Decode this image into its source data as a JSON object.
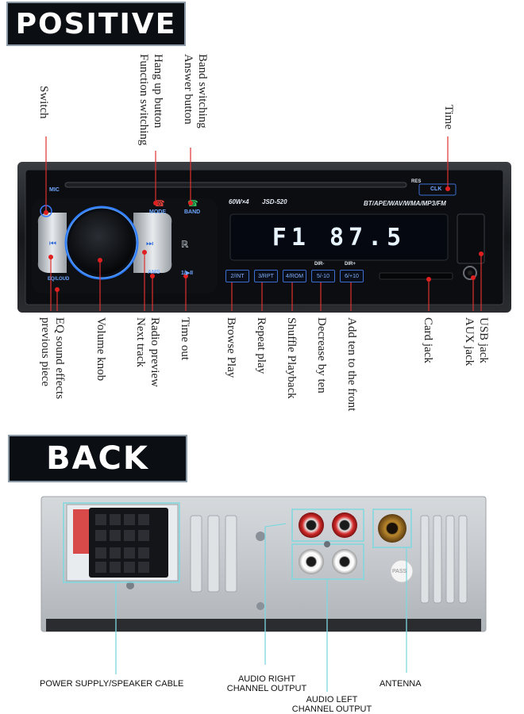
{
  "banners": {
    "positive": "POSITIVE",
    "back": "BACK"
  },
  "front_labels": {
    "switch": "Switch",
    "hang_up": "Hang up button",
    "function_switching": "Function switching",
    "band_switching": "Band switching",
    "answer_button": "Answer button",
    "time": "Time",
    "eq_sound": "EQ sound effects",
    "previous_piece": "previous piece",
    "volume_knob": "Volume knob",
    "radio_preview": "Radio preview",
    "next_track": "Next track",
    "time_out": "Time out",
    "browse_play": "Browse Play",
    "repeat_play": "Repeat play",
    "shuffle_playback": "Shuffle Playback",
    "decrease_by_ten": "Decrease by ten",
    "add_ten": "Add ten to the front",
    "card_jack": "Card jack",
    "usb_jack": "USB jack",
    "aux_jack": "AUX jack"
  },
  "device": {
    "mic": "MIC",
    "mode": "MODE",
    "band": "BAND",
    "power_rating": "60W×4",
    "model": "JSD-520",
    "formats": "BT/APE/WAV/WMA/MP3/FM",
    "res": "RES",
    "clk": "CLK",
    "display": "F1 87.5",
    "ams": "AMS",
    "play_pause": "1/▶II",
    "eq_loud": "EQ/LOUD",
    "buttons": [
      "2/INT",
      "3/RPT",
      "4/ROM",
      "5/-10",
      "6/+10"
    ],
    "dir_minus": "DIR-",
    "dir_plus": "DIR+"
  },
  "back_labels": {
    "power_supply": "POWER SUPPLY/SPEAKER CABLE",
    "audio_right_1": "AUDIO RIGHT",
    "audio_right_2": "CHANNEL OUTPUT",
    "audio_left_1": "AUDIO LEFT",
    "audio_left_2": "CHANNEL OUTPUT",
    "antenna": "ANTENNA",
    "pass_sticker": "PASS"
  },
  "colors": {
    "callout_line": "#e03030",
    "callout_dot": "#e02020",
    "back_line": "#7fd8e0",
    "button_blue": "#3a7bff"
  }
}
